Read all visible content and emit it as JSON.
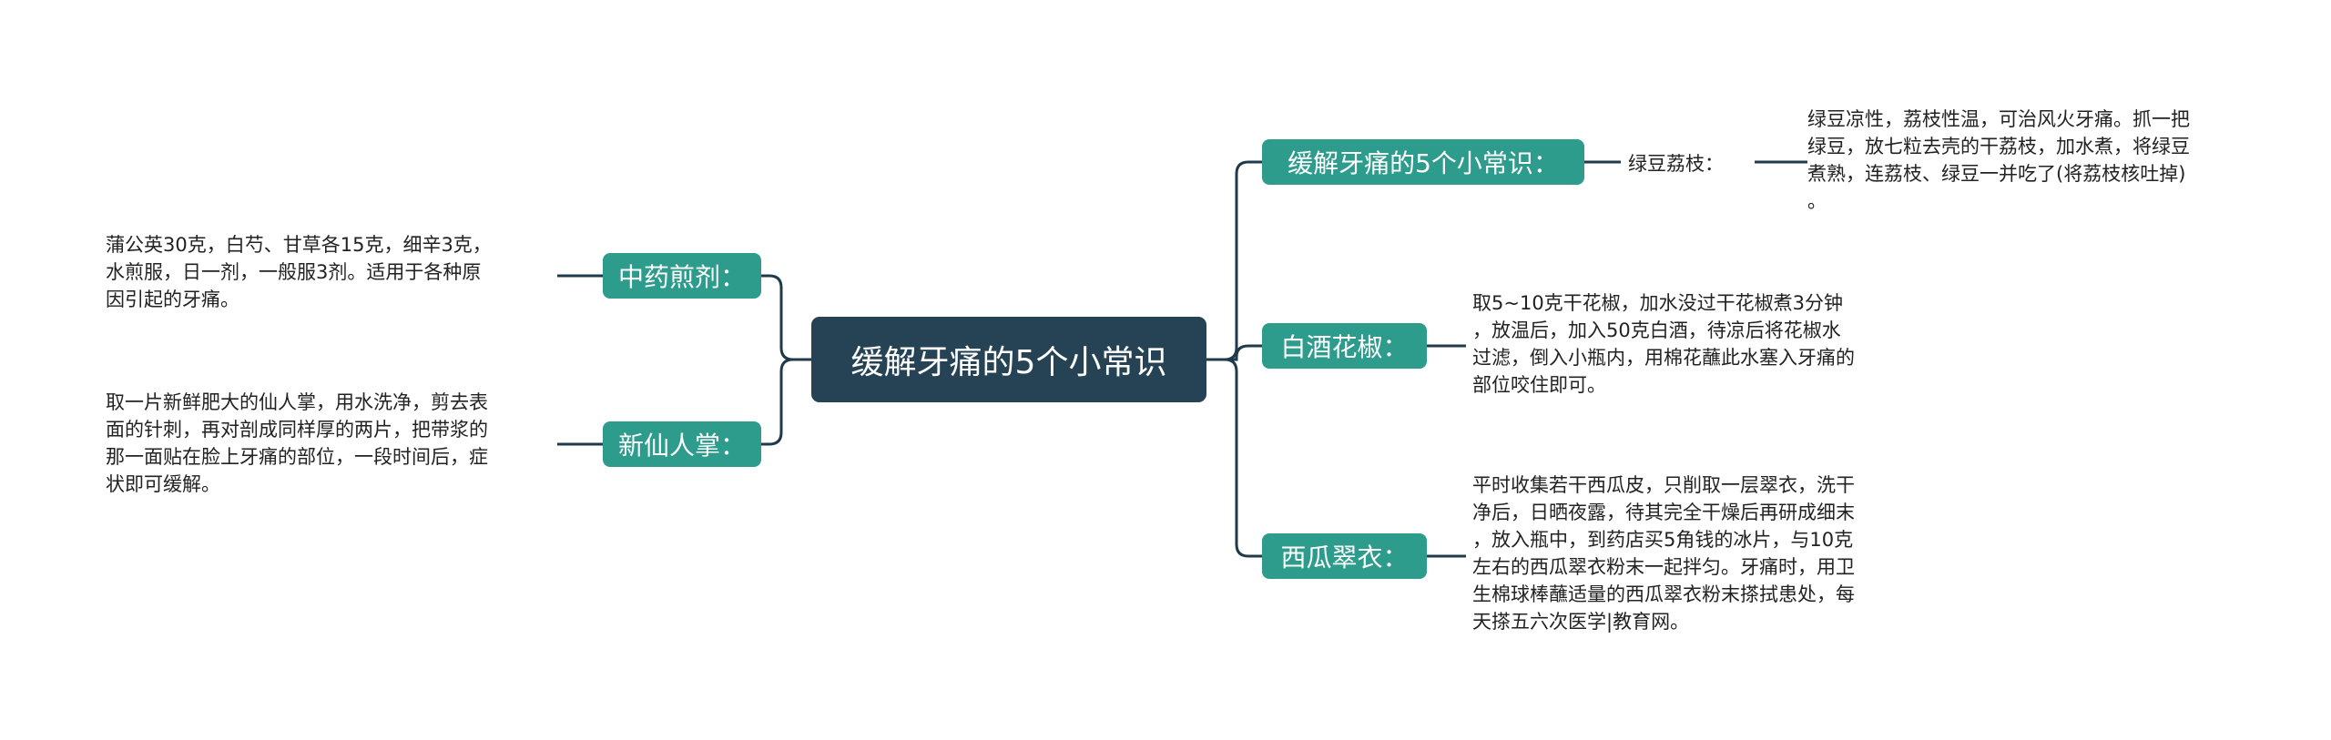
{
  "root": {
    "label": "缓解牙痛的5个小常识"
  },
  "right": [
    {
      "label": "缓解牙痛的5个小常识：",
      "sub_label": "绿豆荔枝：",
      "note": [
        "绿豆凉性，荔枝性温，可治风火牙痛。抓一把",
        "绿豆，放七粒去壳的干荔枝，加水煮，将绿豆",
        "煮熟，连荔枝、绿豆一并吃了(将荔枝核吐掉)",
        "。"
      ]
    },
    {
      "label": "白酒花椒：",
      "note": [
        "取5~10克干花椒，加水没过干花椒煮3分钟",
        "，放温后，加入50克白酒，待凉后将花椒水",
        "过滤，倒入小瓶内，用棉花蘸此水塞入牙痛的",
        "部位咬住即可。"
      ]
    },
    {
      "label": "西瓜翠衣：",
      "note": [
        "平时收集若干西瓜皮，只削取一层翠衣，洗干",
        "净后，日晒夜露，待其完全干燥后再研成细末",
        "，放入瓶中，到药店买5角钱的冰片，与10克",
        "左右的西瓜翠衣粉末一起拌匀。牙痛时，用卫",
        "生棉球棒蘸适量的西瓜翠衣粉末搽拭患处，每",
        "天搽五六次医学|教育网。"
      ]
    }
  ],
  "left": [
    {
      "label": "中药煎剂：",
      "note": [
        "蒲公英30克，白芍、甘草各15克，细辛3克，",
        "水煎服，日一剂，一般服3剂。适用于各种原",
        "因引起的牙痛。"
      ]
    },
    {
      "label": "新仙人掌：",
      "note": [
        "取一片新鲜肥大的仙人掌，用水洗净，剪去表",
        "面的针刺，再对剖成同样厚的两片，把带浆的",
        "那一面贴在脸上牙痛的部位，一段时间后，症",
        "状即可缓解。"
      ]
    }
  ]
}
